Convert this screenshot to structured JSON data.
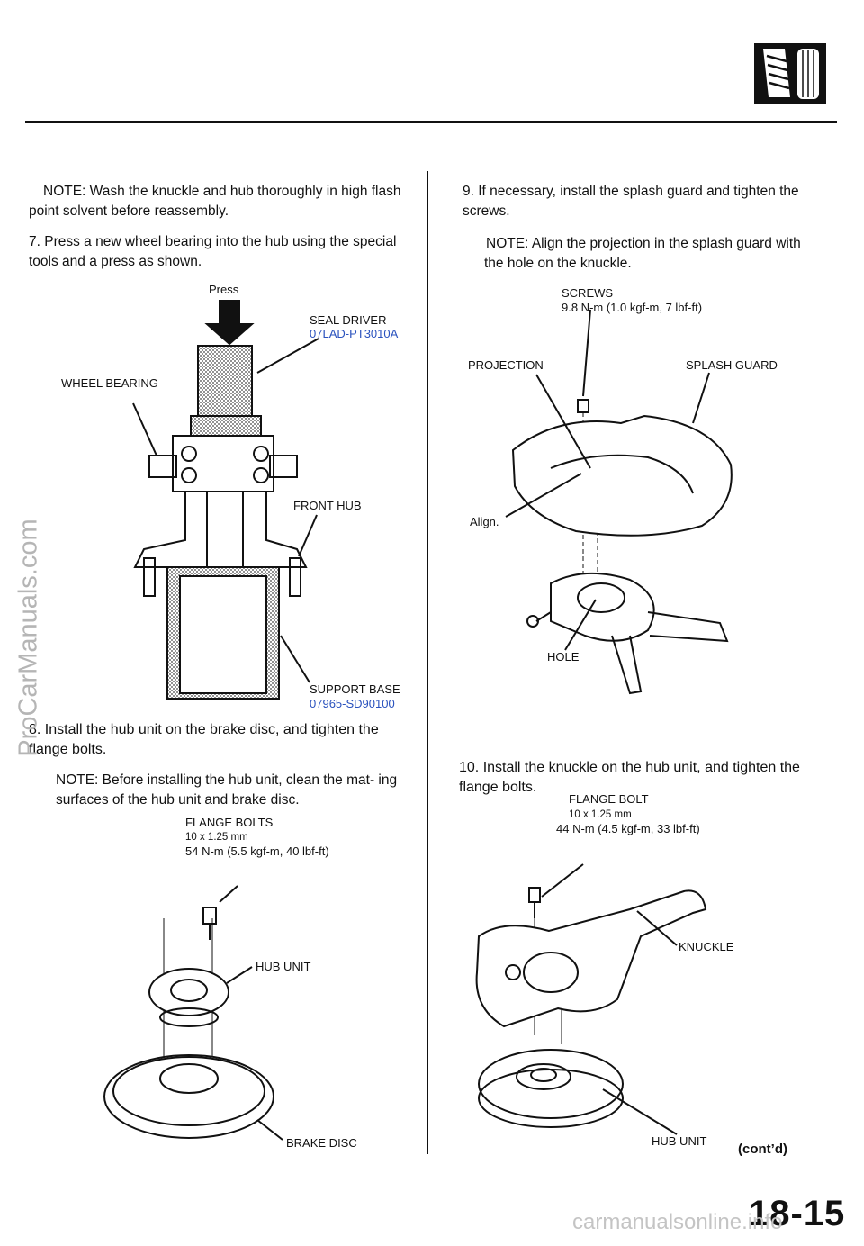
{
  "watermark_side": "ProCarManuals.com",
  "watermark_bottom": "carmanualsonline.info",
  "page_number": "18-15",
  "contd": "(cont’d)",
  "left": {
    "note": "NOTE:  Wash  the  knuckle  and  hub  thoroughly  in  high flash  point  solvent  before  reassembly.",
    "step7": "7.    Press  a  new  wheel  bearing  into  the  hub  using  the special  tools  and  a  press  as  shown.",
    "fig1": {
      "press": "Press",
      "seal_driver": "SEAL DRIVER",
      "seal_driver_pn": "07LAD-PT3010A",
      "wheel_bearing": "WHEEL  BEARING",
      "front_hub": "FRONT  HUB",
      "support_base": "SUPPORT BASE",
      "support_base_pn": "07965-SD90100"
    },
    "step8": "8.   Install  the  hub  unit  on  the  brake  disc,  and  tighten the  flange  bolts.",
    "note8": "NOTE:  Before  installing  the  hub  unit,  clean  the  mat- ing  surfaces  of  the  hub  unit  and  brake  disc.",
    "fig2": {
      "flange_bolts": "FLANGE  BOLTS",
      "size": "10  x  1.25  mm",
      "torque": "54  N-m  (5.5  kgf-m,  40  lbf-ft)",
      "hub_unit": "HUB  UNIT",
      "brake_disc": "BRAKE DISC"
    }
  },
  "right": {
    "step9": "9.   If  necessary,  install  the  splash  guard  and  tighten  the screws.",
    "note9": "NOTE:  Align  the  projection  in  the  splash  guard  with the  hole  on  the  knuckle.",
    "fig3": {
      "screws": "SCREWS",
      "screws_torque": "9.8 N-m (1.0 kgf-m, 7 lbf-ft)",
      "projection": "PROJECTION",
      "splash_guard": "SPLASH GUARD",
      "align": "Align.",
      "hole": "HOLE"
    },
    "step10": "10.  Install  the  knuckle  on  the  hub  unit,  and  tighten  the flange  bolts.",
    "fig4": {
      "flange_bolt": "FLANGE  BOLT",
      "size": "10  x  1.25  mm",
      "torque": "44  N-m  (4.5  kgf-m,  33  lbf-ft)",
      "knuckle": "KNUCKLE",
      "hub_unit": "HUB UNIT"
    }
  }
}
